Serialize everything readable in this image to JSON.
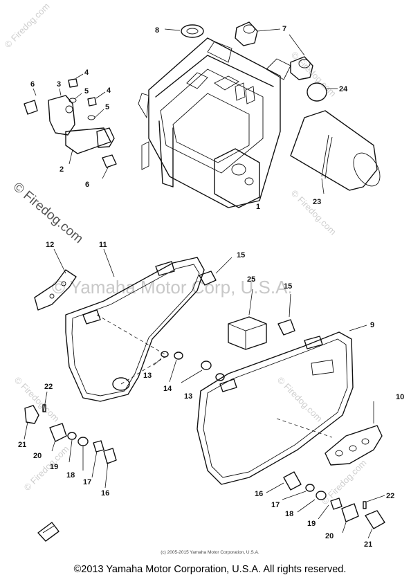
{
  "watermarks": {
    "firedog": "© Firedog.com",
    "yamaha": "© Yamaha Motor Corp, U.S.A."
  },
  "copyright_small": "(c) 2005-2015 Yamaha Motor Corporation, U.S.A.",
  "footer": "©2013 Yamaha Motor Corporation, U.S.A. All rights reserved.",
  "callouts": {
    "c1": "1",
    "c2": "2",
    "c3": "3",
    "c4a": "4",
    "c4b": "4",
    "c5a": "5",
    "c5b": "5",
    "c6a": "6",
    "c6b": "6",
    "c7": "7",
    "c8": "8",
    "c9": "9",
    "c10": "10",
    "c11": "11",
    "c12": "12",
    "c13a": "13",
    "c13b": "13",
    "c14": "14",
    "c15a": "15",
    "c15b": "15",
    "c16a": "16",
    "c16b": "16",
    "c17a": "17",
    "c17b": "17",
    "c18a": "18",
    "c18b": "18",
    "c19a": "19",
    "c19b": "19",
    "c20a": "20",
    "c20b": "20",
    "c21a": "21",
    "c21b": "21",
    "c22a": "22",
    "c22b": "22",
    "c23": "23",
    "c24": "24",
    "c25": "25"
  }
}
